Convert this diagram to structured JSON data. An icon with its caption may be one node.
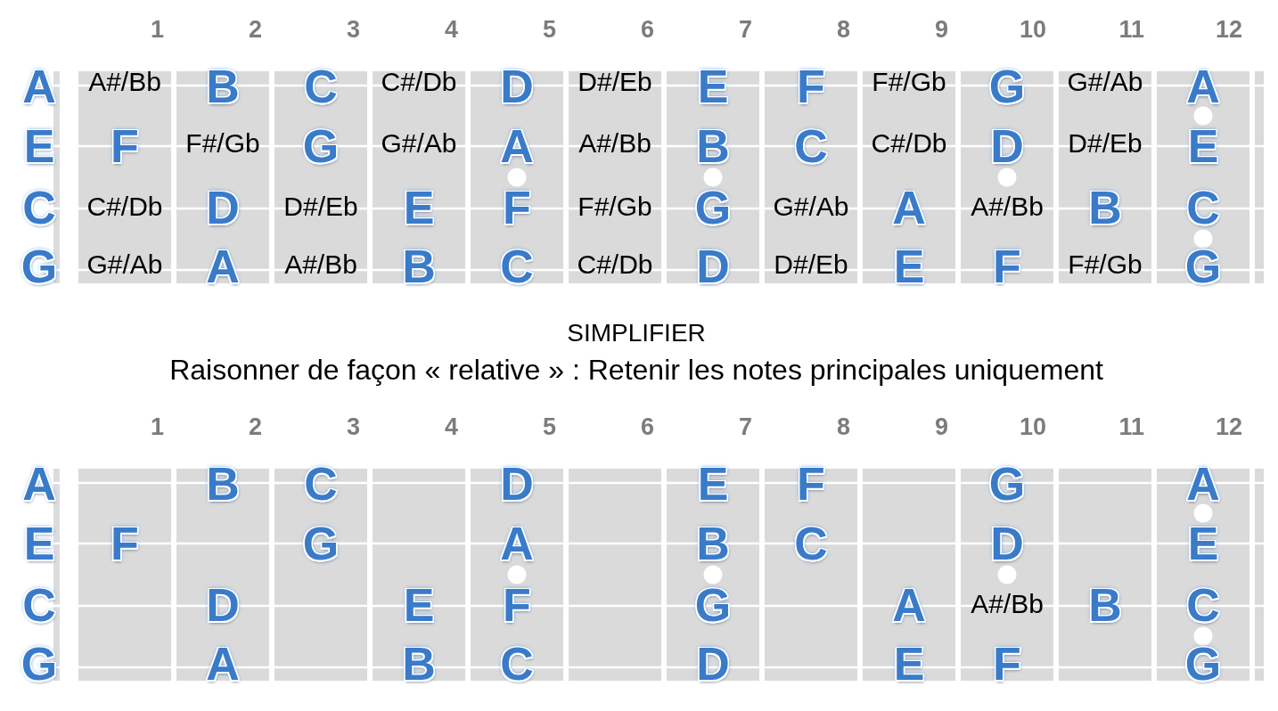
{
  "diagram": {
    "labels": [
      "1",
      "2",
      "3",
      "4",
      "5",
      "6",
      "7",
      "8",
      "9",
      "10",
      "11",
      "12",
      "A",
      "A#/Bb",
      "B",
      "C",
      "C#/Db",
      "D",
      "D#/Eb",
      "E",
      "F",
      "F#/Gb",
      "G",
      "G#/Ab",
      "A",
      "E",
      "F",
      "F#/Gb",
      "G",
      "G#/Ab",
      "A",
      "A#/Bb",
      "B",
      "C",
      "C#/Db",
      "D",
      "D#/Eb",
      "E",
      "C",
      "C#/Db",
      "D",
      "D#/Eb",
      "E",
      "F",
      "F#/Gb",
      "G",
      "G#/Ab",
      "A",
      "A#/Bb",
      "B",
      "C",
      "G",
      "G#/Ab",
      "A",
      "A#/Bb",
      "B",
      "C",
      "C#/Db",
      "D",
      "D#/Eb",
      "E",
      "F",
      "F#/Gb",
      "G",
      "SIMPLIFIER",
      "Raisonner de façon « relative » : Retenir les notes principales uniquement",
      "1",
      "2",
      "3",
      "4",
      "5",
      "6",
      "7",
      "8",
      "9",
      "10",
      "11",
      "12",
      "A",
      "B",
      "C",
      "D",
      "E",
      "F",
      "G",
      "A",
      "E",
      "F",
      "G",
      "A",
      "B",
      "C",
      "D",
      "E",
      "C",
      "D",
      "E",
      "F",
      "G",
      "A",
      "A#/Bb",
      "B",
      "C",
      "G",
      "A",
      "B",
      "C",
      "D",
      "E",
      "F",
      "G"
    ]
  }
}
